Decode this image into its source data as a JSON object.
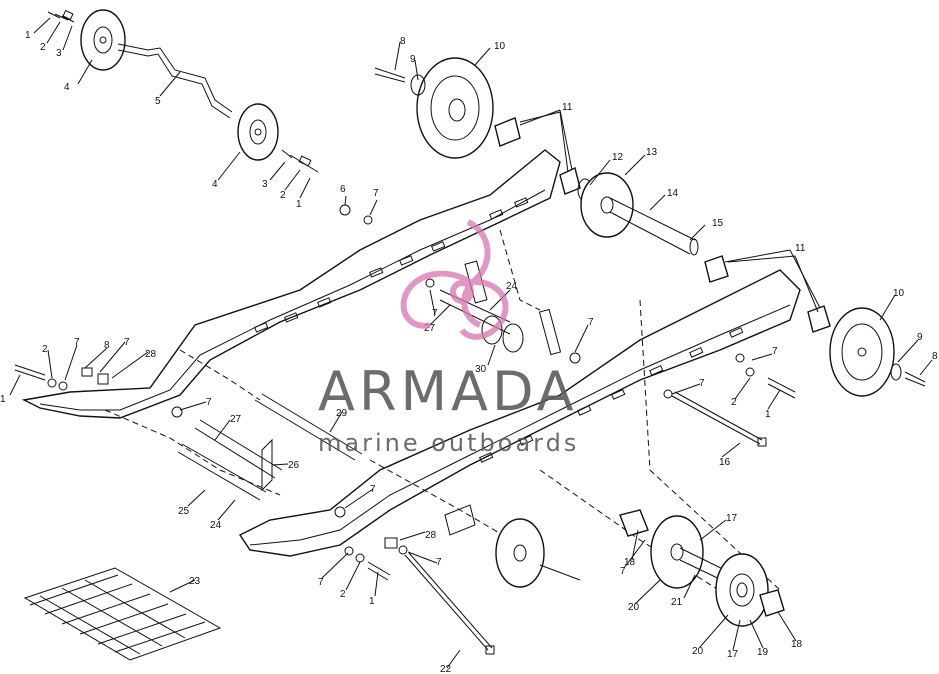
{
  "watermark": {
    "brand": "ARMADA",
    "tagline": "marine outboards",
    "logo_color": "#d77ab0"
  },
  "part_labels": {
    "l1a": "1",
    "l2a": "2",
    "l3a": "3",
    "l4a": "4",
    "l5": "5",
    "l4b": "4",
    "l3b": "3",
    "l2b": "2",
    "l1b": "1",
    "l8a": "8",
    "l9a": "9",
    "l10a": "10",
    "l11a": "11",
    "l12": "12",
    "l13": "13",
    "l14": "14",
    "l15": "15",
    "l6": "6",
    "l7a": "7",
    "l11b": "11",
    "l10b": "10",
    "l9b": "9",
    "l8b": "8",
    "l24a": "24",
    "l7b": "7",
    "l27a": "27",
    "l30": "30",
    "l7c": "7",
    "l2c": "2",
    "l7d": "7",
    "l8c": "8",
    "l7e": "7",
    "l28a": "28",
    "l1c": "1",
    "l7f": "7",
    "l27b": "27",
    "l29": "29",
    "l26": "26",
    "l25": "25",
    "l24b": "24",
    "l7g": "7",
    "l7h": "7",
    "l2d": "2",
    "l1d": "1",
    "l7i": "7",
    "l16": "16",
    "l28b": "28",
    "l7j": "7",
    "l7k": "7",
    "l2e": "2",
    "l1e": "1",
    "l18a": "18",
    "l7l": "7",
    "l17a": "17",
    "l20a": "20",
    "l21": "21",
    "l23": "23",
    "l22": "22",
    "l20b": "20",
    "l17b": "17",
    "l19": "19",
    "l18b": "18"
  }
}
